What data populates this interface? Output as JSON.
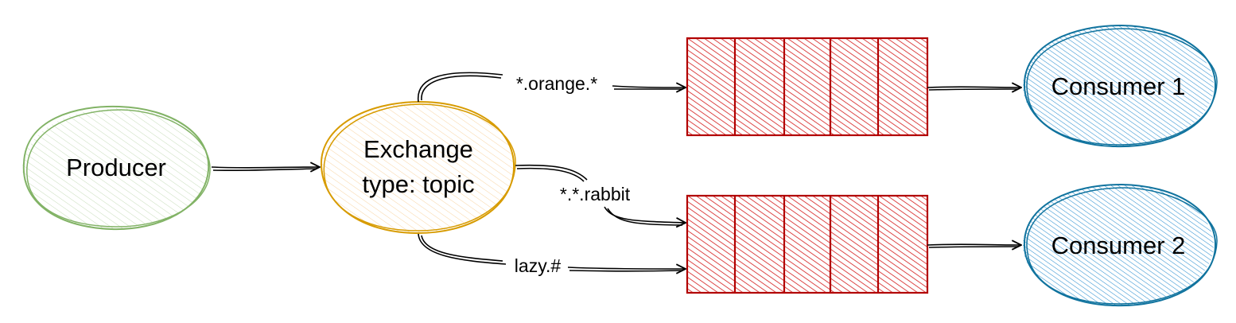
{
  "nodes": {
    "producer": {
      "label": "Producer"
    },
    "exchange": {
      "line1": "Exchange",
      "line2": "type: topic"
    },
    "consumer1": {
      "label": "Consumer 1"
    },
    "consumer2": {
      "label": "Consumer 2"
    }
  },
  "bindings": {
    "orange": "*.orange.*",
    "rabbit": "*.*.rabbit",
    "lazy": "lazy.#"
  },
  "colors": {
    "producer_stroke": "#82b366",
    "producer_fill": "#d5e8d4",
    "exchange_stroke": "#d79b00",
    "exchange_fill": "#ffe6cc",
    "queue_stroke": "#b20000",
    "queue_fill": "#e51400",
    "consumer_stroke": "#10739e",
    "consumer_fill": "#1ba1e2",
    "edge": "#000000"
  },
  "icons": {
    "arrowhead": "open-arrow-icon"
  }
}
